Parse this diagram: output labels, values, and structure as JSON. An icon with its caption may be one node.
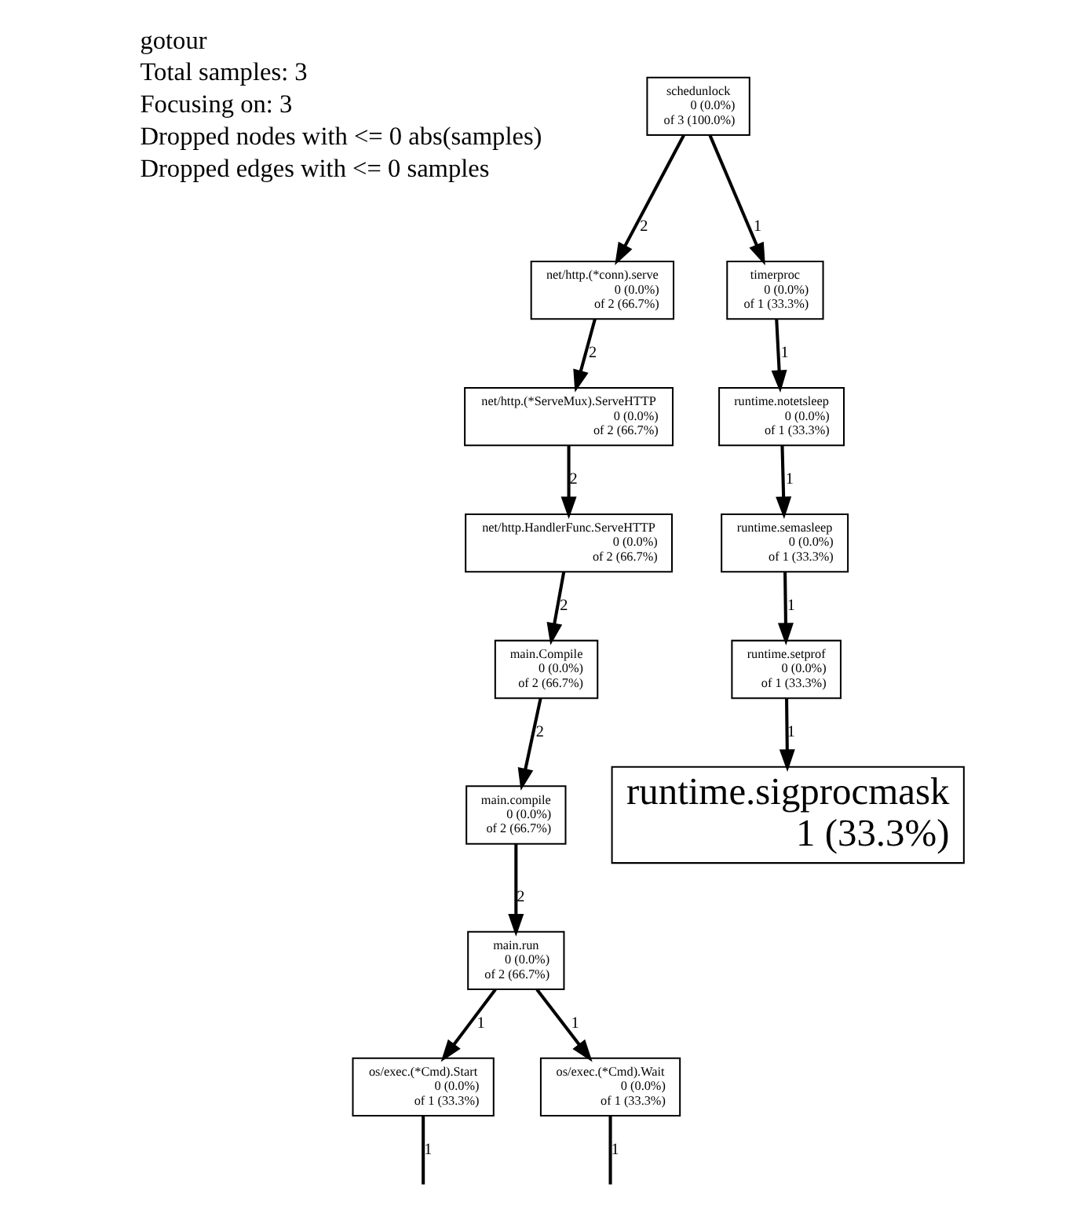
{
  "diagram": {
    "nodes": [
      {
        "text": [
          "schedunlock",
          "0 (0.0%)",
          "of 3 (100.0%)"
        ]
      },
      {
        "text": [
          "net/http.(*conn).serve",
          "0 (0.0%)",
          "of 2 (66.7%)"
        ]
      },
      {
        "text": [
          "timerproc",
          "0 (0.0%)",
          "of 1 (33.3%)"
        ]
      },
      {
        "text": [
          "net/http.(*ServeMux).ServeHTTP",
          "0 (0.0%)",
          "of 2 (66.7%)"
        ]
      },
      {
        "text": [
          "runtime.notetsleep",
          "0 (0.0%)",
          "of 1 (33.3%)"
        ]
      },
      {
        "text": [
          "net/http.HandlerFunc.ServeHTTP",
          "0 (0.0%)",
          "of 2 (66.7%)"
        ]
      },
      {
        "text": [
          "runtime.semasleep",
          "0 (0.0%)",
          "of 1 (33.3%)"
        ]
      },
      {
        "text": [
          "main.Compile",
          "0 (0.0%)",
          "of 2 (66.7%)"
        ]
      },
      {
        "text": [
          "runtime.setprof",
          "0 (0.0%)",
          "of 1 (33.3%)"
        ]
      },
      {
        "text": [
          "main.compile",
          "0 (0.0%)",
          "of 2 (66.7%)"
        ]
      },
      {
        "text": [
          "runtime.sigprocmask",
          "1 (33.3%)"
        ]
      },
      {
        "text": [
          "main.run",
          "0 (0.0%)",
          "of 2 (66.7%)"
        ]
      },
      {
        "text": [
          "os/exec.(*Cmd).Start",
          "0 (0.0%)",
          "of 1 (33.3%)"
        ]
      },
      {
        "text": [
          "os/exec.(*Cmd).Wait",
          "0 (0.0%)",
          "of 1 (33.3%)"
        ]
      }
    ],
    "edges": [
      {
        "from": 0,
        "to": 1,
        "arrow": "to",
        "label": "2"
      },
      {
        "from": 0,
        "to": 2,
        "arrow": "to",
        "label": "1"
      },
      {
        "from": 1,
        "to": 3,
        "arrow": "to",
        "label": "2"
      },
      {
        "from": 2,
        "to": 4,
        "arrow": "to",
        "label": "1"
      },
      {
        "from": 3,
        "to": 5,
        "arrow": "to",
        "label": "2"
      },
      {
        "from": 4,
        "to": 6,
        "arrow": "to",
        "label": "1"
      },
      {
        "from": 5,
        "to": 7,
        "arrow": "to",
        "label": "2"
      },
      {
        "from": 6,
        "to": 8,
        "arrow": "to",
        "label": "1"
      },
      {
        "from": 7,
        "to": 9,
        "arrow": "to",
        "label": "2"
      },
      {
        "from": 8,
        "to": 10,
        "arrow": "to",
        "label": "1"
      },
      {
        "from": 9,
        "to": 11,
        "arrow": "to",
        "label": "2"
      },
      {
        "from": 11,
        "to": 12,
        "arrow": "to",
        "label": "1"
      },
      {
        "from": 11,
        "to": 13,
        "arrow": "to",
        "label": "1"
      },
      {
        "from": 12,
        "to": null,
        "arrow": "none",
        "label": "1"
      },
      {
        "from": 13,
        "to": null,
        "arrow": "none",
        "label": "1"
      }
    ],
    "labels": [
      "gotour",
      "Total samples: 3",
      "Focusing on: 3",
      "Dropped nodes with <= 0 abs(samples)",
      "Dropped edges with <= 0 samples"
    ]
  }
}
